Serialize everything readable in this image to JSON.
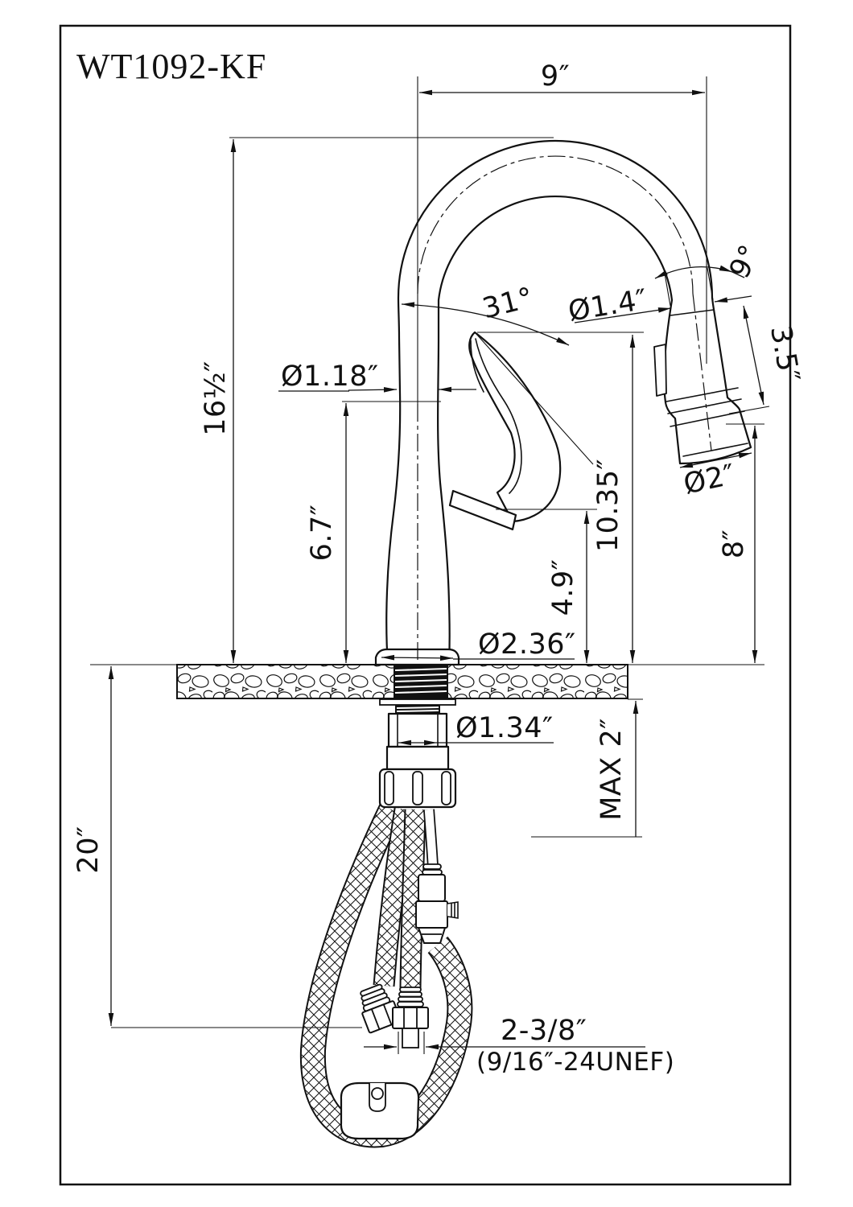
{
  "colors": {
    "ink": "#111111",
    "paper": "#ffffff"
  },
  "title": "WT1092-KF",
  "dimensions": {
    "spout_reach": "9″",
    "overall_height": "16½″",
    "spout_diameter": "Ø1.18″",
    "body_height": "6.7″",
    "handle_swing_angle": "31°",
    "head_top_diameter": "Ø1.4″",
    "head_tilt_angle": "9°",
    "head_length": "3.5″",
    "head_bottom_diameter": "Ø2″",
    "outlet_height": "8″",
    "spout_tip_height": "10.35″",
    "handle_base_height": "4.9″",
    "base_diameter": "Ø2.36″",
    "shank_diameter": "Ø1.34″",
    "max_deck_thickness": "MAX 2″",
    "hose_drop_length": "20″",
    "supply_connector_width": "2-3/8″",
    "thread_spec": "(9/16″-24UNEF)"
  }
}
